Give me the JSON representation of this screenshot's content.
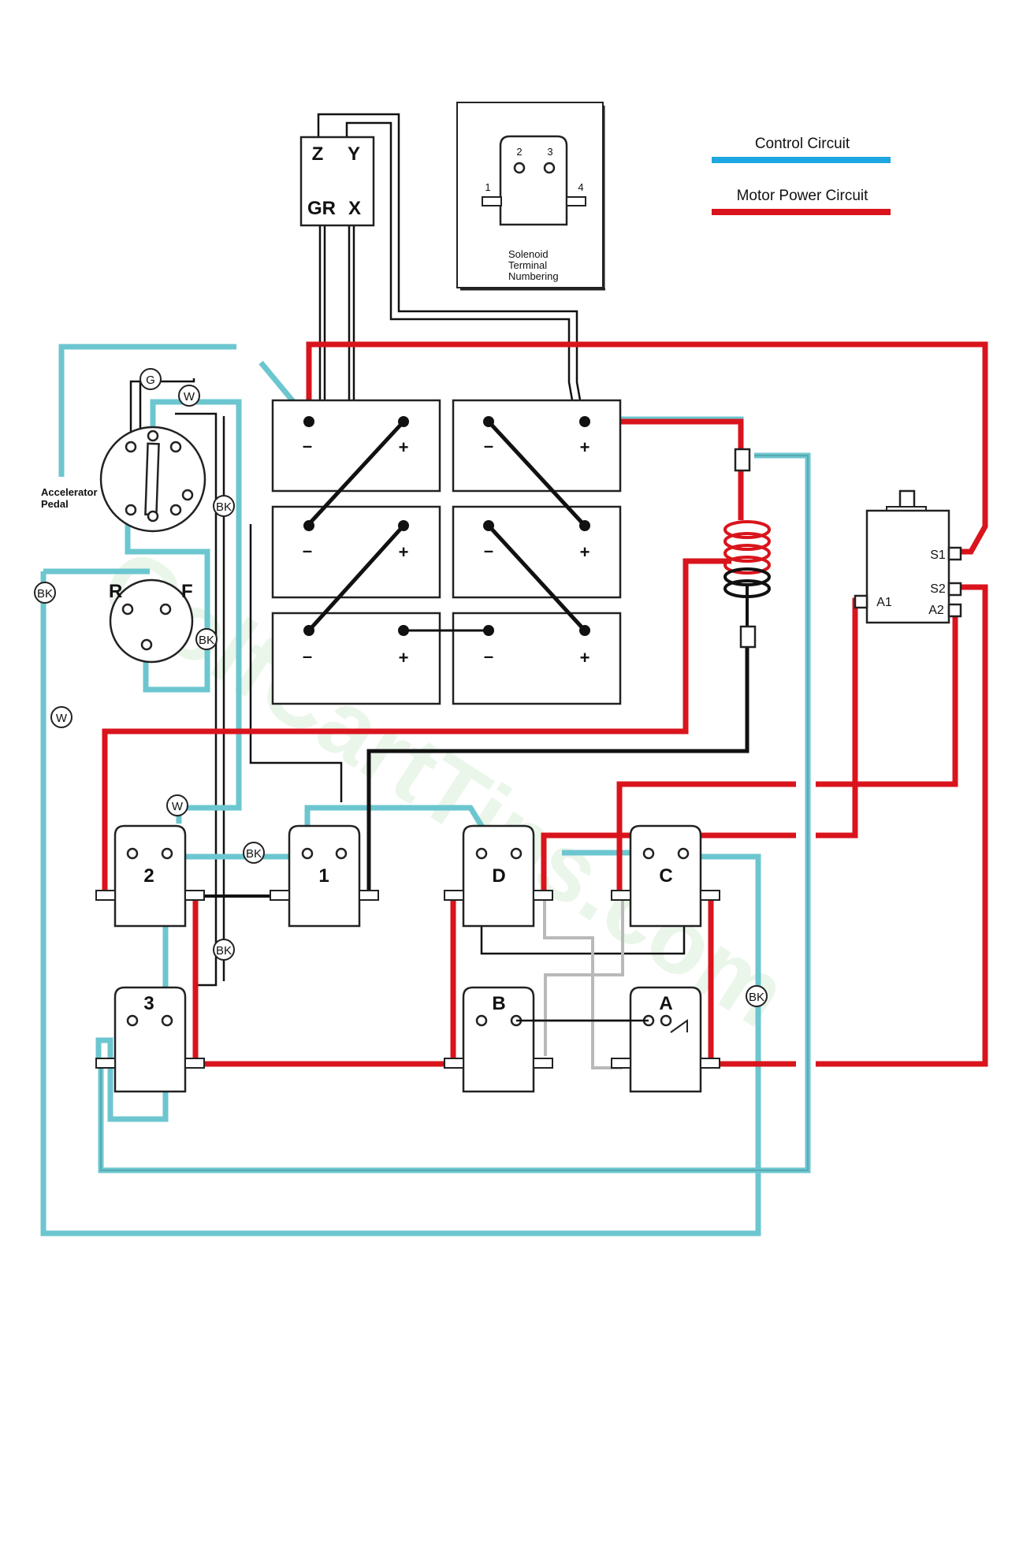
{
  "legend": {
    "control": {
      "label": "Control Circuit",
      "color": "#1ea7e0"
    },
    "power": {
      "label": "Motor Power Circuit",
      "color": "#d9141c"
    }
  },
  "colors": {
    "control_wire": "#6cc6cf",
    "power_wire": "#d9141c",
    "signal_wire": "#111111",
    "aux_wire": "#b9b9b9"
  },
  "key_switch": {
    "z": "Z",
    "y": "Y",
    "gr": "GR",
    "x": "X"
  },
  "solenoid_numbering": {
    "t1": "1",
    "t2": "2",
    "t3": "3",
    "t4": "4",
    "caption_line1": "Solenoid",
    "caption_line2": "Terminal",
    "caption_line3": "Numbering"
  },
  "battery_polarity": {
    "minus": "–",
    "plus": "+"
  },
  "accelerator": {
    "label_line1": "Accelerator",
    "label_line2": "Pedal"
  },
  "direction_switch": {
    "r": "R",
    "f": "F"
  },
  "wire_tags": {
    "g": "G",
    "w": "W",
    "bk": "BK"
  },
  "motor": {
    "s1": "S1",
    "s2": "S2",
    "a1": "A1",
    "a2": "A2"
  },
  "solenoids": {
    "s1": "1",
    "s2": "2",
    "s3": "3",
    "a": "A",
    "b": "B",
    "c": "C",
    "d": "D"
  },
  "watermark": "GolfCartTips.com"
}
